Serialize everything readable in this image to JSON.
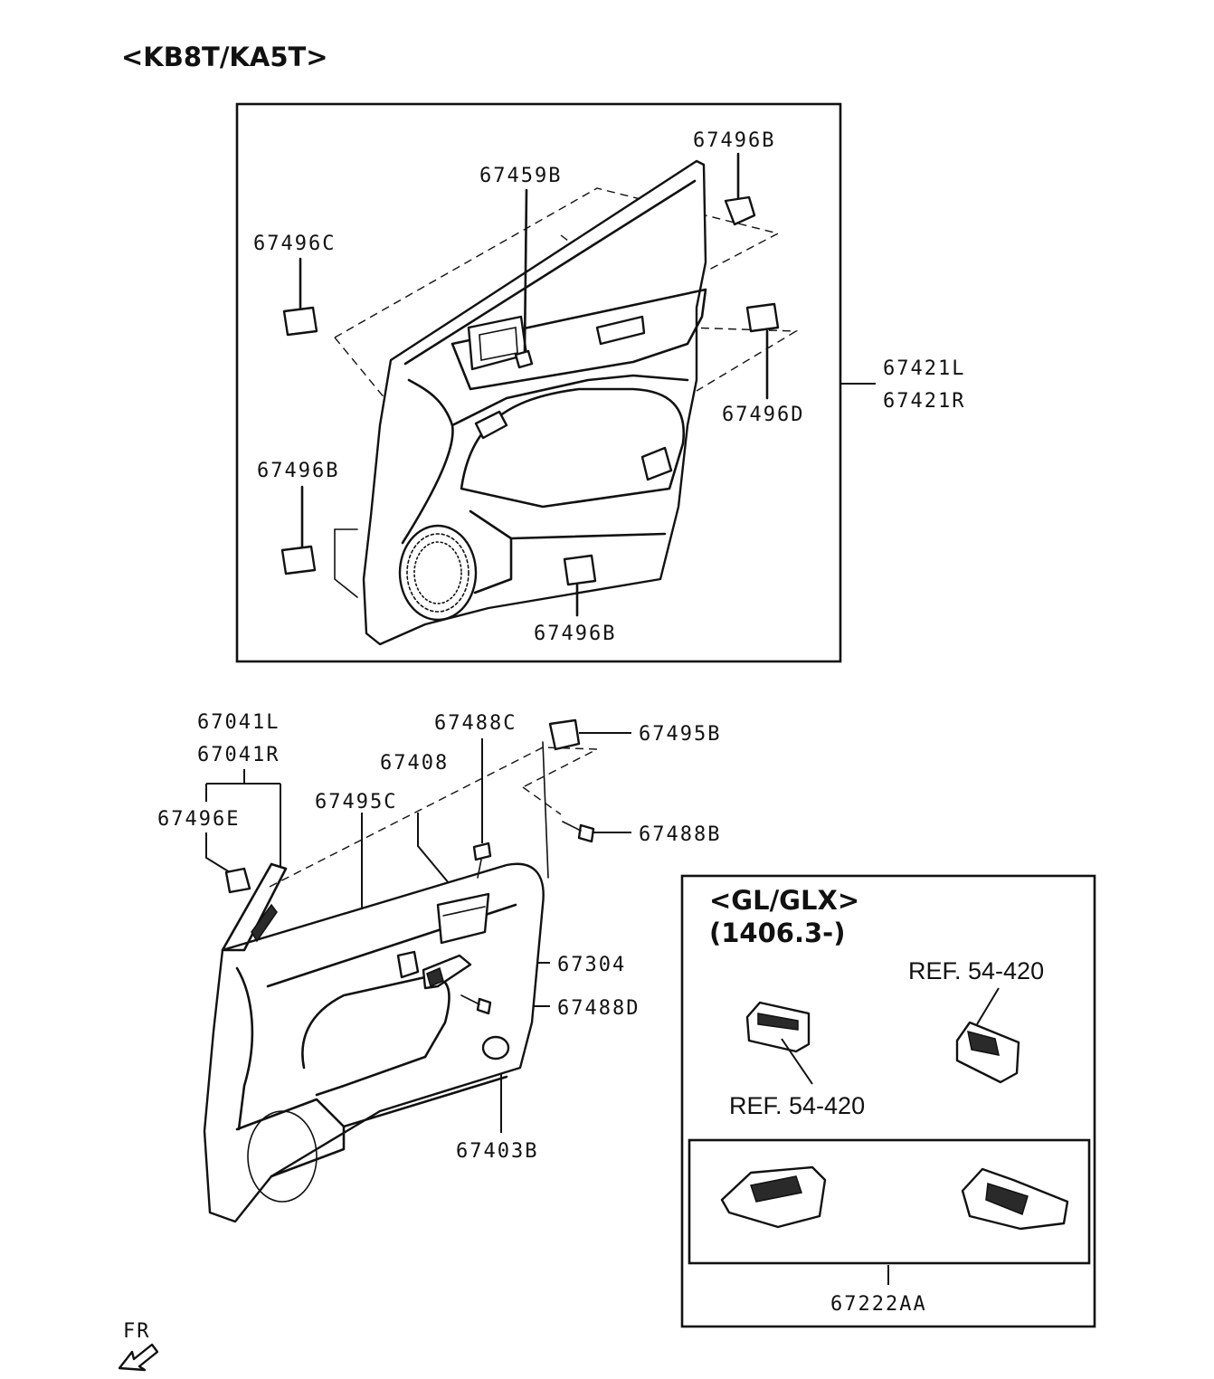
{
  "headers": {
    "model": "<KB8T/KA5T>",
    "trim": "<GL/GLX>",
    "date": "(1406.3-)"
  },
  "labels": {
    "p67496B_top": "67496B",
    "p67459B": "67459B",
    "p67496C": "67496C",
    "p67421L": "67421L",
    "p67421R": "67421R",
    "p67496D": "67496D",
    "p67496B_left": "67496B",
    "p67496B_bottom": "67496B",
    "p67041L": "67041L",
    "p67041R": "67041R",
    "p67488C": "67488C",
    "p67495B": "67495B",
    "p67408": "67408",
    "p67495C": "67495C",
    "p67496E": "67496E",
    "p67488B": "67488B",
    "p67304": "67304",
    "p67488D": "67488D",
    "p67403B": "67403B",
    "ref_upper": "REF. 54-420",
    "ref_lower": "REF. 54-420",
    "p67222AA": "67222AA",
    "direction": "FR"
  }
}
